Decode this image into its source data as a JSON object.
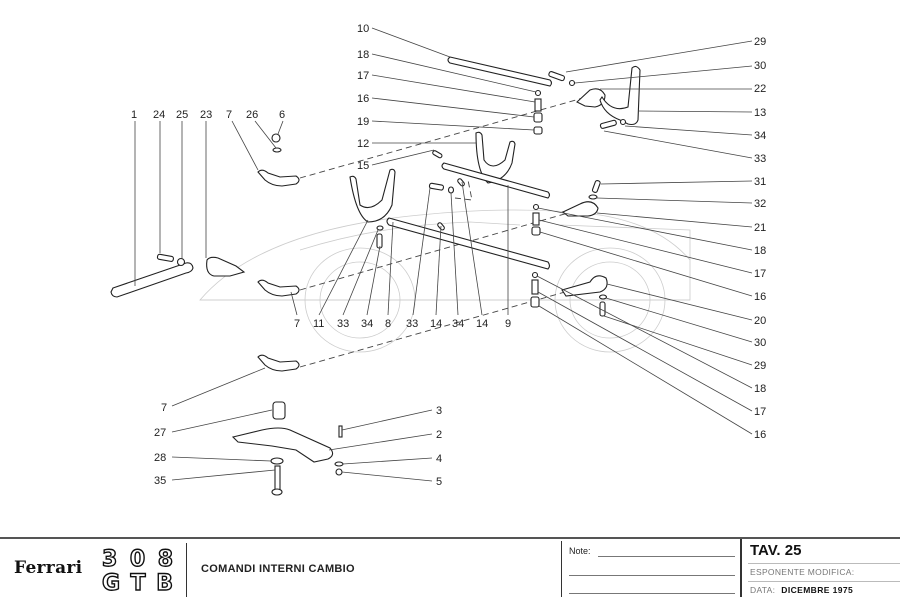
{
  "diagram": {
    "callouts_top_left": [
      "1",
      "24",
      "25",
      "23",
      "7",
      "26",
      "6"
    ],
    "callouts_top_center": [
      "10",
      "18",
      "17",
      "16",
      "19",
      "12",
      "15"
    ],
    "callouts_right": [
      "29",
      "30",
      "22",
      "13",
      "34",
      "33",
      "31",
      "32",
      "21",
      "18",
      "17",
      "16",
      "20",
      "30",
      "29",
      "18",
      "17",
      "16"
    ],
    "callouts_bottom_row": [
      "7",
      "11",
      "33",
      "34",
      "8",
      "33",
      "14",
      "34",
      "14",
      "9"
    ],
    "callouts_lower_left": [
      "7",
      "27",
      "28",
      "35"
    ],
    "callouts_lower_right": [
      "3",
      "2",
      "4",
      "5"
    ]
  },
  "title_block": {
    "brand": "Ferrari",
    "model_line1": "308",
    "model_line2": "GTB",
    "description": "COMANDI INTERNI CAMBIO",
    "note_label": "Note:",
    "plate": "TAV. 25",
    "revision_label": "ESPONENTE MODIFICA:",
    "date_label": "DATA:",
    "date_value": "DICEMBRE 1975"
  }
}
